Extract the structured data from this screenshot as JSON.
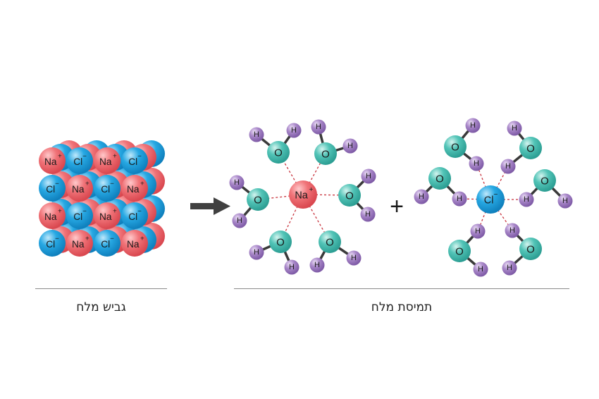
{
  "labels": {
    "sodium": "Na",
    "chloride": "Cl",
    "plus_charge": "+",
    "minus_charge": "−",
    "oxygen": "O",
    "hydrogen": "H",
    "plus_sign": "+"
  },
  "captions": {
    "crystal": "גביש מלח",
    "solution": "תמיסת מלח"
  },
  "colors": {
    "sodium": "#ef6b70",
    "chloride": "#1fa3e0",
    "oxygen": "#4bc0b3",
    "hydrogen": "#a581c6",
    "dash": "#c8323c",
    "bond": "#3a3a3a",
    "arrow": "#404040"
  }
}
